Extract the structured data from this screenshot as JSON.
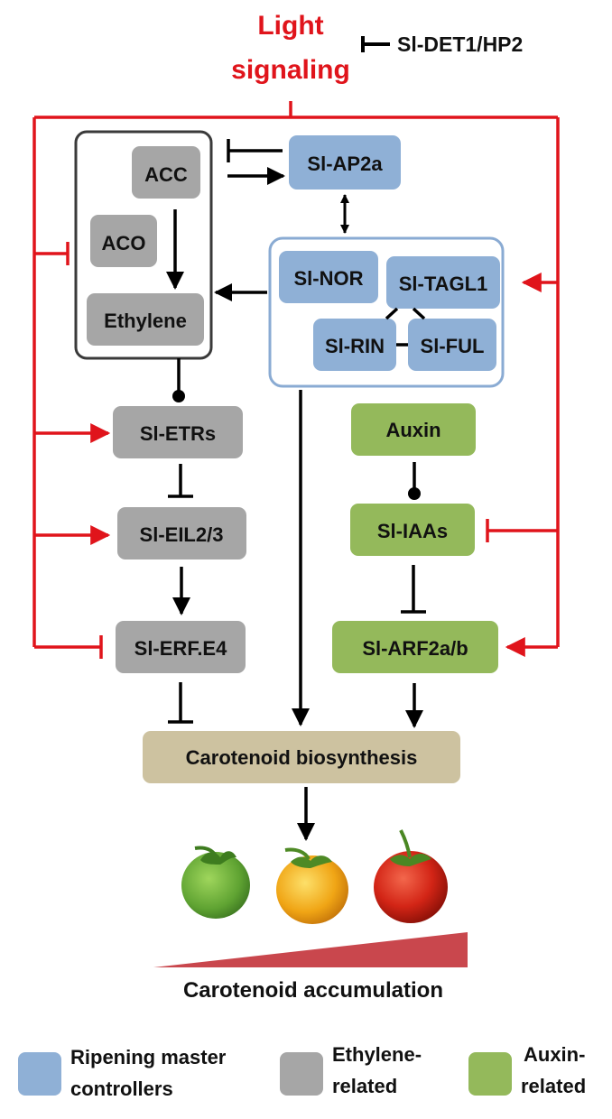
{
  "title": {
    "line1": "Light",
    "line2": "signaling"
  },
  "repressor_label": "Sl-DET1/HP2",
  "colors": {
    "ripening": "#8fb0d6",
    "ethylene": "#a6a6a6",
    "auxin": "#94b95b",
    "carotenoid": "#cdc2a0",
    "light": "#e0141b",
    "accumulation_wedge": "#c9474d",
    "master_box_border": "#8aabd3",
    "ethylene_box_border": "#3a3a3a"
  },
  "nodes": {
    "acc": "ACC",
    "aco": "ACO",
    "ethylene": "Ethylene",
    "ap2a": "Sl-AP2a",
    "nor": "Sl-NOR",
    "tagl1": "Sl-TAGL1",
    "rin": "Sl-RIN",
    "ful": "Sl-FUL",
    "etrs": "Sl-ETRs",
    "eil": "Sl-EIL2/3",
    "erf": "Sl-ERF.E4",
    "auxin": "Auxin",
    "iaas": "Sl-IAAs",
    "arf": "Sl-ARF2a/b",
    "carotenoid": "Carotenoid biosynthesis"
  },
  "fruit_stages": [
    "green-tomato",
    "orange-tomato",
    "red-tomato"
  ],
  "accumulation_label": "Carotenoid accumulation",
  "legend": {
    "ripening": {
      "line1": "Ripening master",
      "line2": "controllers"
    },
    "ethylene": {
      "line1": "Ethylene-",
      "line2": "related"
    },
    "auxin": {
      "line1": "Auxin-",
      "line2": "related"
    }
  }
}
